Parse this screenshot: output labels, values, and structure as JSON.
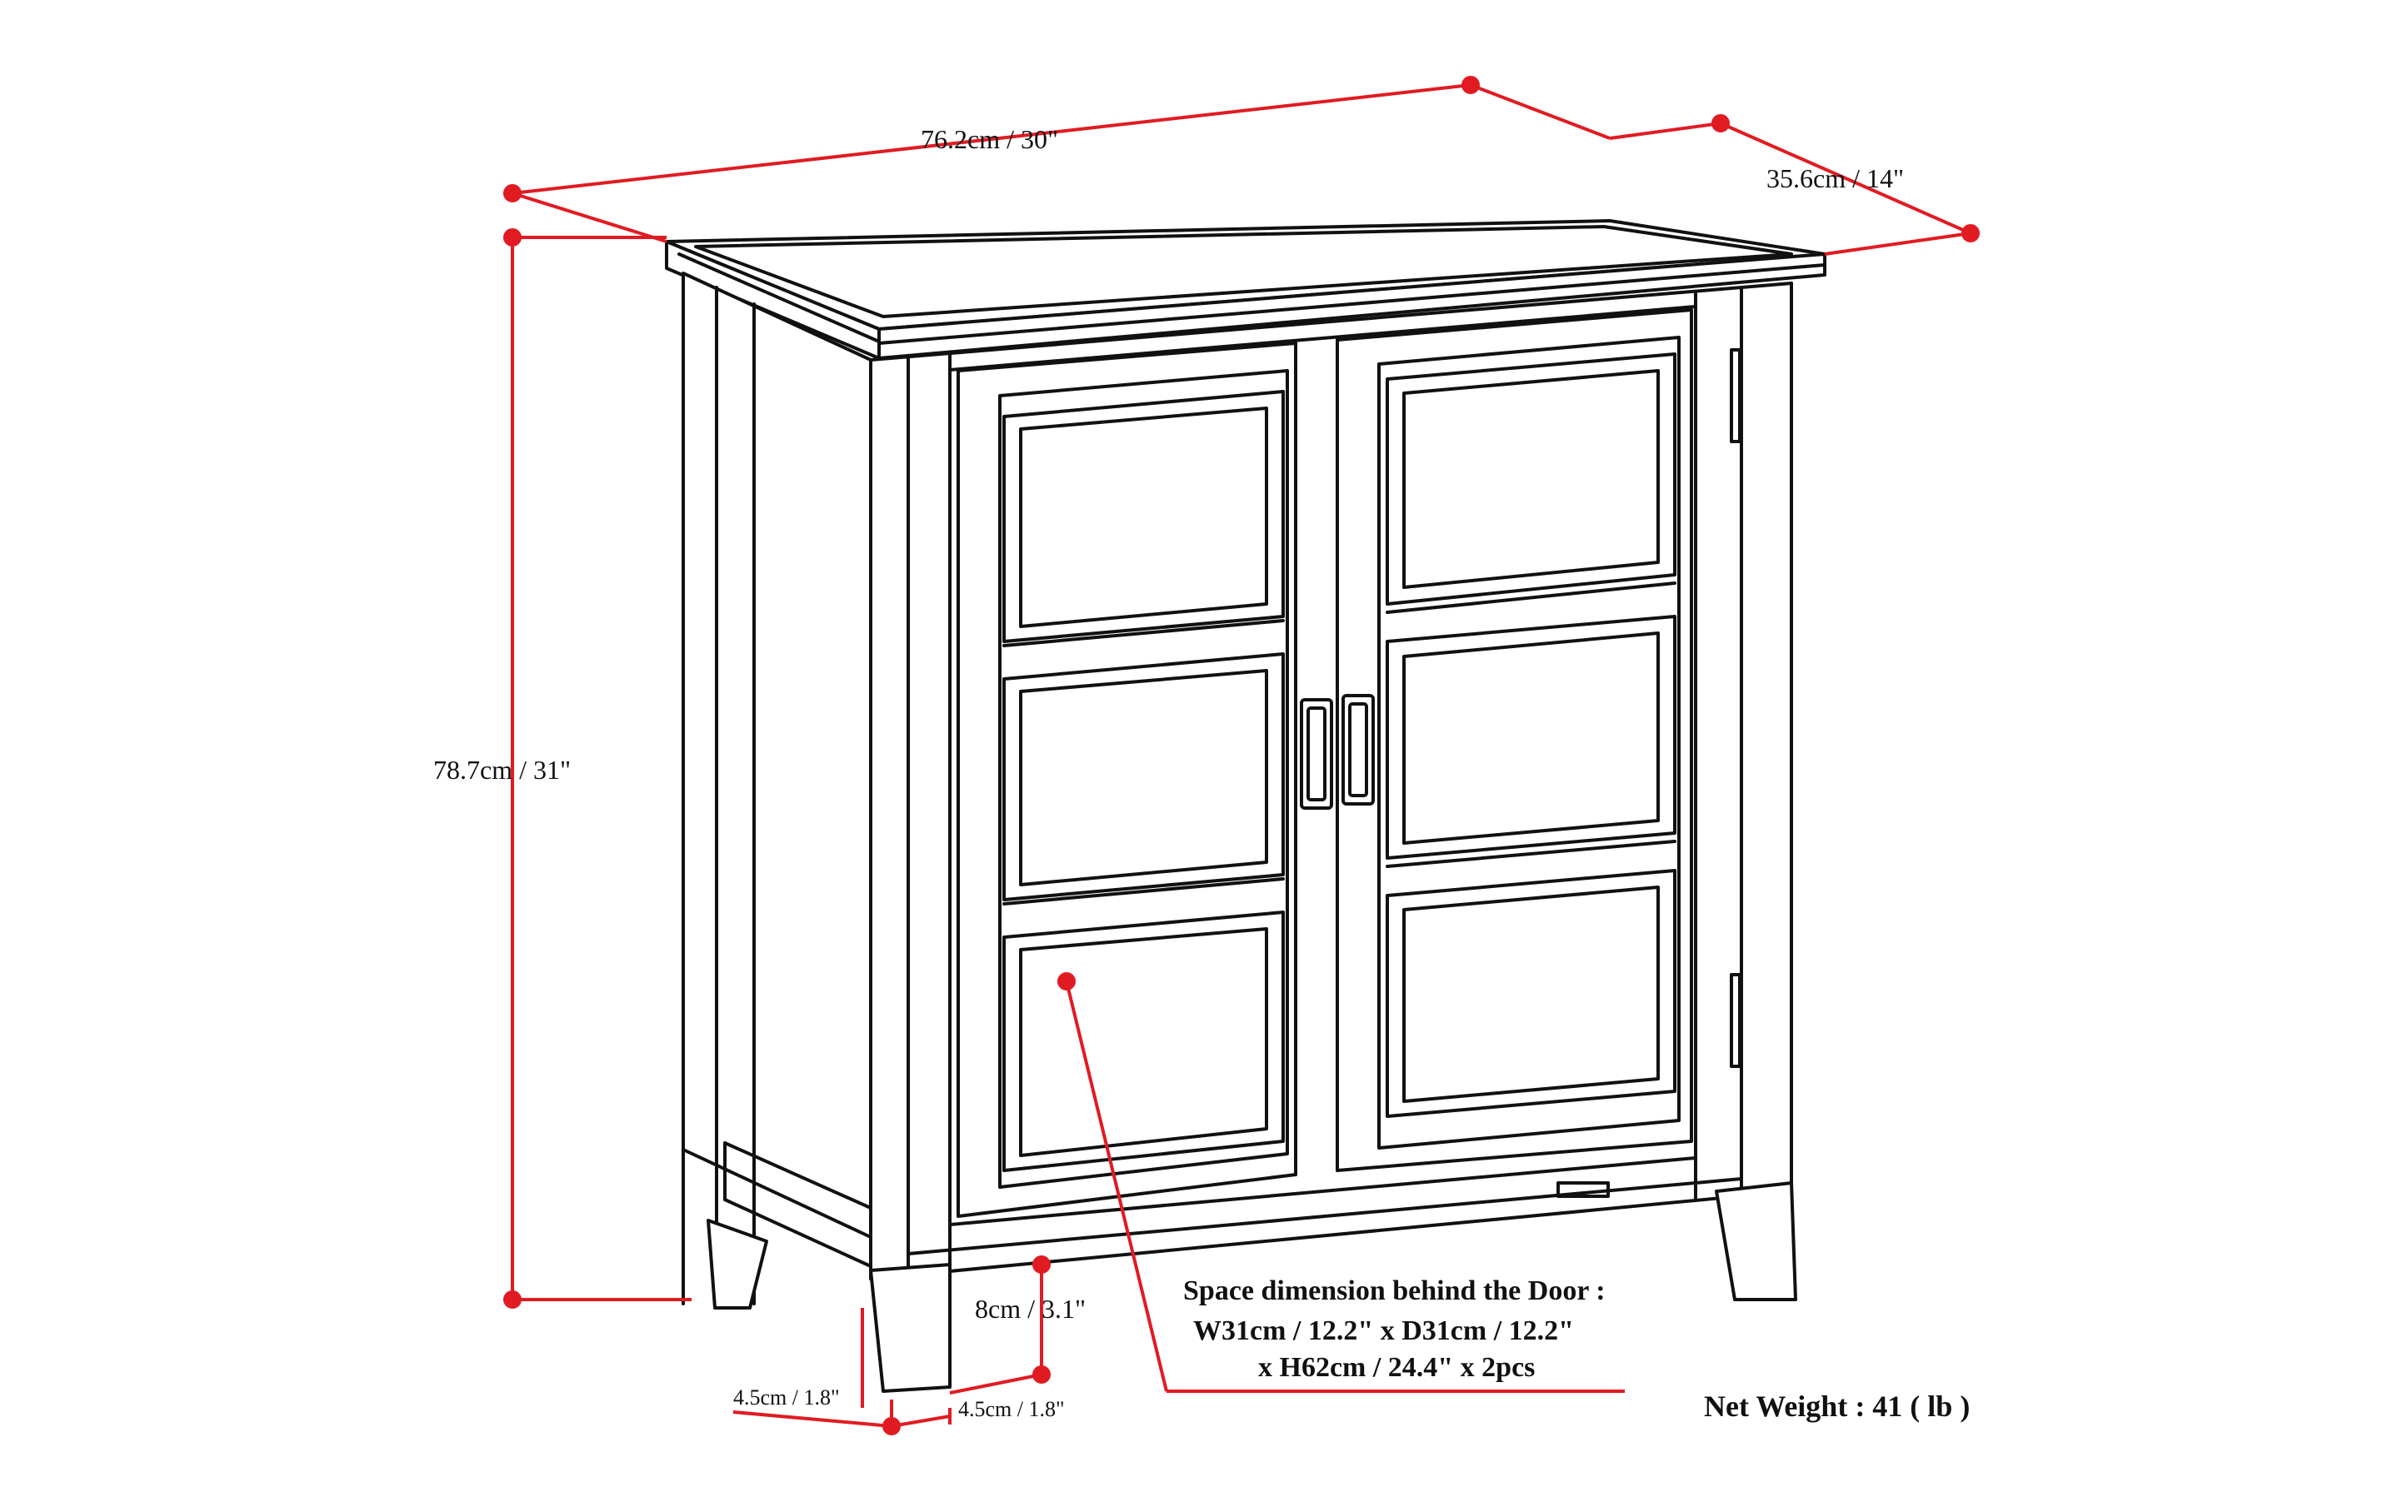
{
  "colors": {
    "dimension_line": "#e11b22",
    "outline": "#111111",
    "background": "#ffffff"
  },
  "dimensions": {
    "width": "76.2cm / 30\"",
    "depth": "35.6cm / 14\"",
    "height": "78.7cm / 31\"",
    "leg_gap": "8cm / 3.1\"",
    "leg_side_width": "4.5cm / 1.8\"",
    "leg_front_width": "4.5cm / 1.8\""
  },
  "space_note": {
    "line1": "Space dimension behind the Door :",
    "line2": "W31cm / 12.2\" x D31cm / 12.2\"",
    "line3": "x H62cm / 24.4\" x 2pcs"
  },
  "net_weight": "Net Weight : 41 ( lb )"
}
